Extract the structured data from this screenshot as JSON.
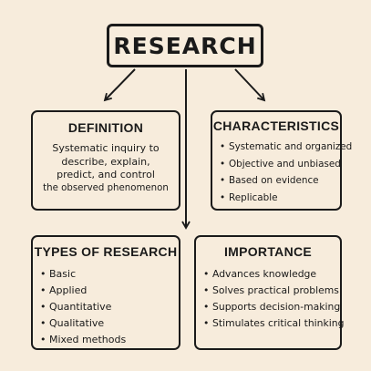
{
  "root": {
    "title": "RESEARCH"
  },
  "definition": {
    "heading": "DEFINITION",
    "lines": [
      "Systematic inquiry to",
      "describe, explain,",
      "predict, and control",
      "the observed phenomenon"
    ]
  },
  "characteristics": {
    "heading": "CHARACTERISTICS",
    "items": [
      "Systematic and organized",
      "Objective and unbiased",
      "Based on evidence",
      "Replicable"
    ]
  },
  "types": {
    "heading": "TYPES OF RESEARCH",
    "items": [
      "Basic",
      "Applied",
      "Quantitative",
      "Qualitative",
      "Mixed methods"
    ]
  },
  "importance": {
    "heading": "IMPORTANCE",
    "items": [
      "Advances knowledge",
      "Solves practical problems",
      "Supports decision-making",
      "Stimulates critical thinking"
    ]
  },
  "colors": {
    "background": "#f7ecdc",
    "ink": "#1a1a1a"
  },
  "bullet": "•"
}
